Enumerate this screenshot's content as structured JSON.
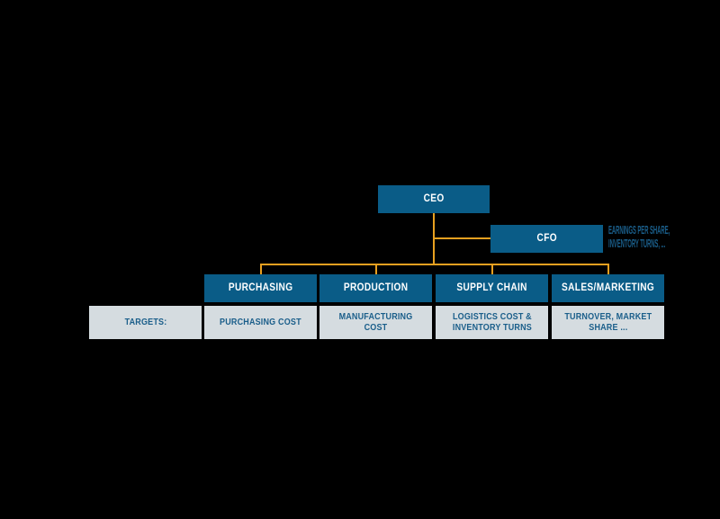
{
  "diagram": {
    "type": "org-chart",
    "background_color": "#000000",
    "colors": {
      "node_fill": "#0a5c87",
      "node_text": "#ffffff",
      "connector": "#e8a020",
      "target_fill": "#d5dce0",
      "target_text": "#1a5e8a",
      "annotation_text": "#1a5e8a"
    },
    "executive": {
      "ceo": {
        "label": "CEO"
      },
      "cfo": {
        "label": "CFO",
        "annotation_line_1": "EARNINGS PER SHARE,",
        "annotation_line_2": "INVENTORY TURNS, ..."
      }
    },
    "departments": [
      {
        "label": "PURCHASING",
        "target": "PURCHASING COST"
      },
      {
        "label": "PRODUCTION",
        "target": "MANUFACTURING COST"
      },
      {
        "label": "SUPPLY CHAIN",
        "target": "LOGISTICS COST &\nINVENTORY TURNS"
      },
      {
        "label": "SALES/MARKETING",
        "target": "TURNOVER, MARKET\nSHARE ..."
      }
    ],
    "targets_row": {
      "legend_label": "TARGETS:"
    }
  }
}
